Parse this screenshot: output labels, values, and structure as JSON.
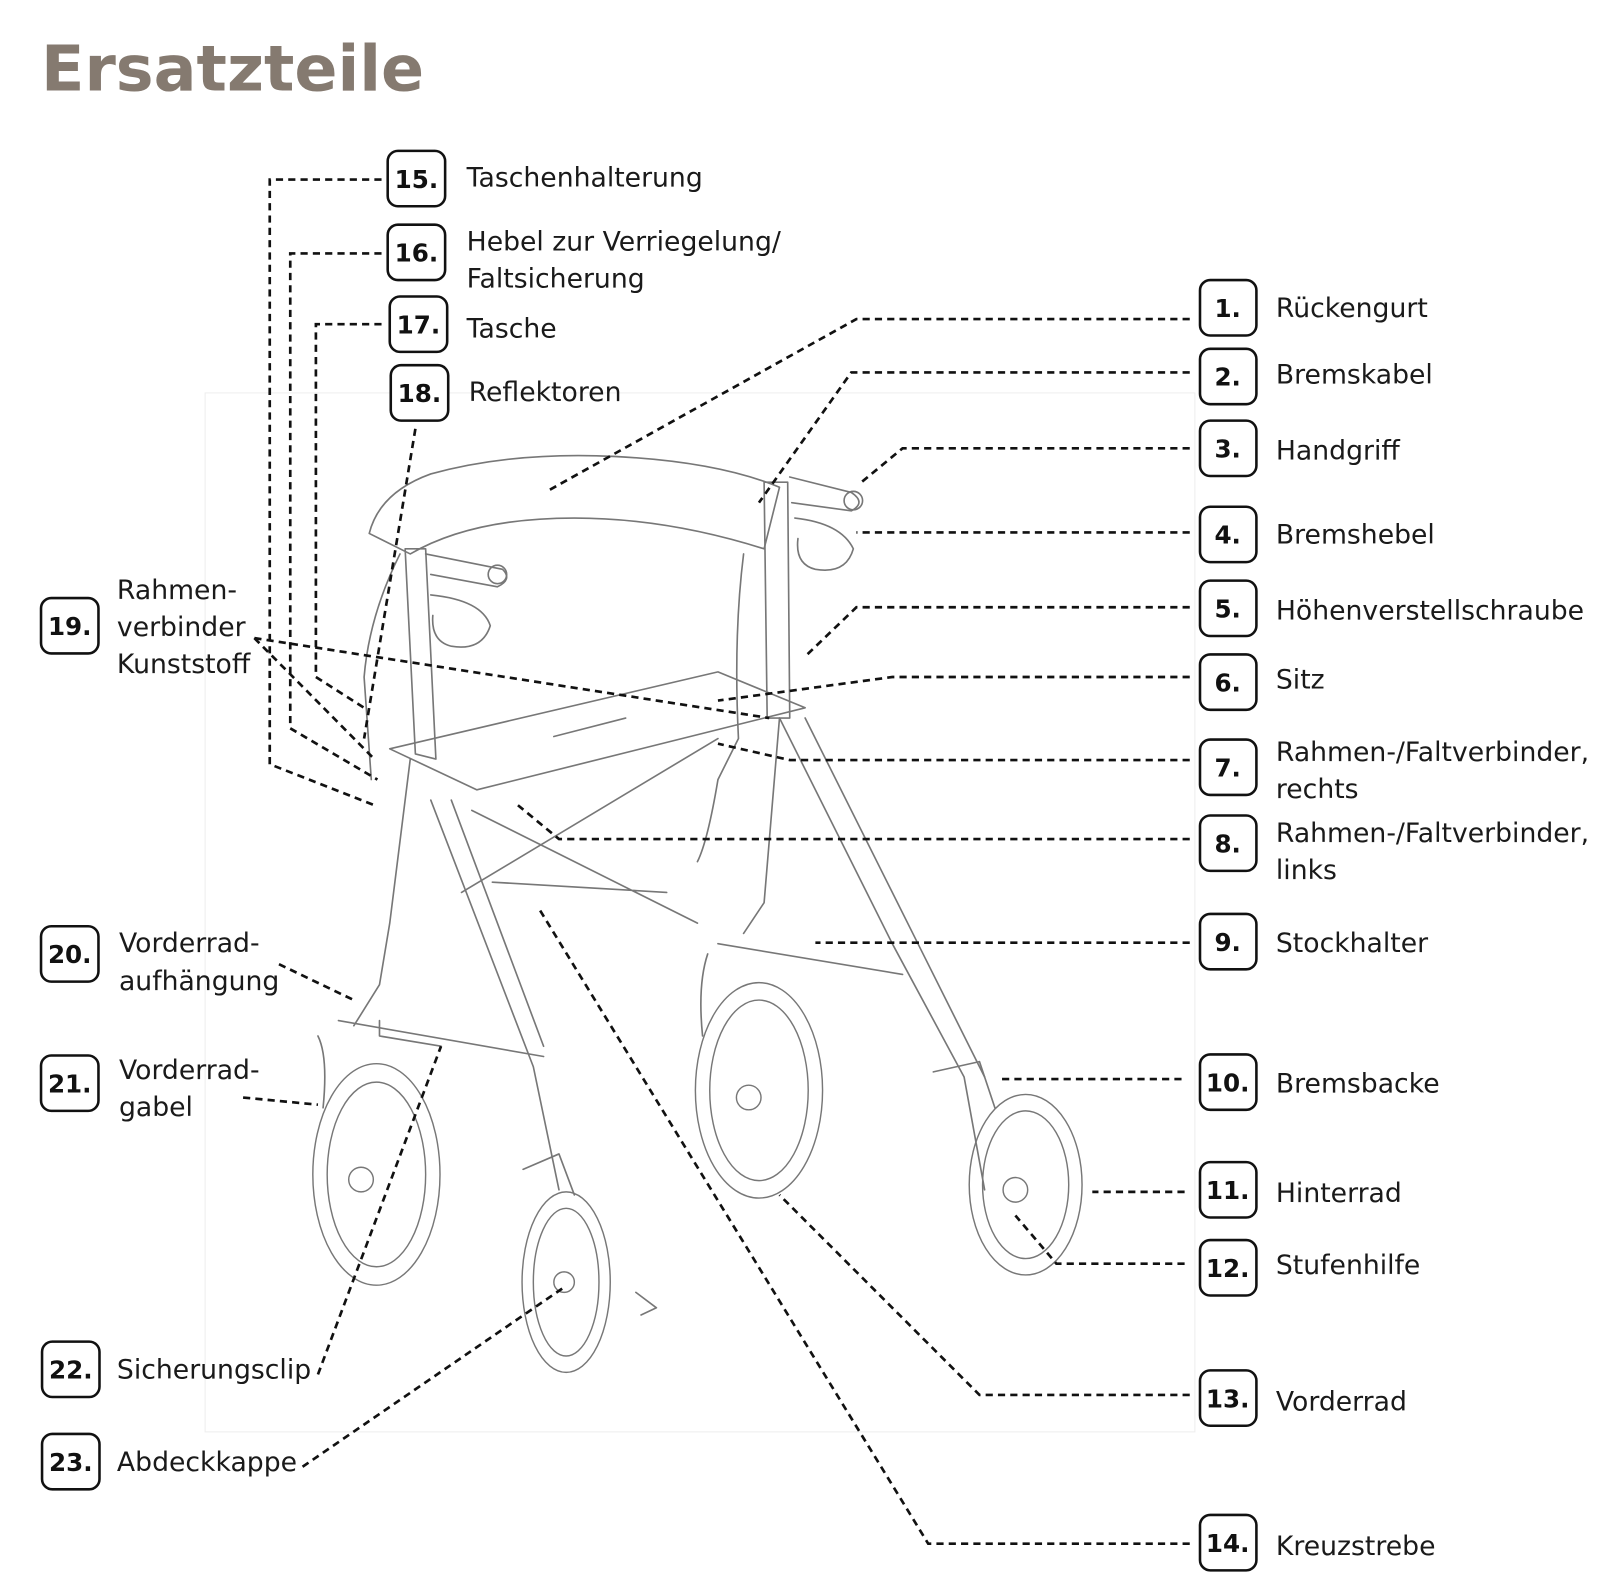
{
  "title": "Ersatzteile",
  "parts": [
    {
      "num": "1.",
      "label": "Rückengurt"
    },
    {
      "num": "2.",
      "label": "Bremskabel"
    },
    {
      "num": "3.",
      "label": "Handgriff"
    },
    {
      "num": "4.",
      "label": "Bremshebel"
    },
    {
      "num": "5.",
      "label": "Höhenverstellschraube"
    },
    {
      "num": "6.",
      "label": "Sitz"
    },
    {
      "num": "7.",
      "label": "Rahmen-/Faltverbinder,",
      "label2": "rechts"
    },
    {
      "num": "8.",
      "label": "Rahmen-/Faltverbinder,",
      "label2": "links"
    },
    {
      "num": "9.",
      "label": "Stockhalter"
    },
    {
      "num": "10.",
      "label": "Bremsbacke"
    },
    {
      "num": "11.",
      "label": "Hinterrad"
    },
    {
      "num": "12.",
      "label": "Stufenhilfe"
    },
    {
      "num": "13.",
      "label": "Vorderrad"
    },
    {
      "num": "14.",
      "label": "Kreuzstrebe"
    },
    {
      "num": "15.",
      "label": "Taschenhalterung"
    },
    {
      "num": "16.",
      "label": "Hebel zur Verriegelung/",
      "label2": "Faltsicherung"
    },
    {
      "num": "17.",
      "label": "Tasche"
    },
    {
      "num": "18.",
      "label": "Reflektoren"
    },
    {
      "num": "19.",
      "label": "Rahmen-",
      "label2": "verbinder",
      "label3": "Kunststoff"
    },
    {
      "num": "20.",
      "label": "Vorderrad-",
      "label2": "aufhängung"
    },
    {
      "num": "21.",
      "label": "Vorderrad-",
      "label2": "gabel"
    },
    {
      "num": "22.",
      "label": "Sicherungsclip"
    },
    {
      "num": "23.",
      "label": "Abdeckkappe"
    }
  ]
}
